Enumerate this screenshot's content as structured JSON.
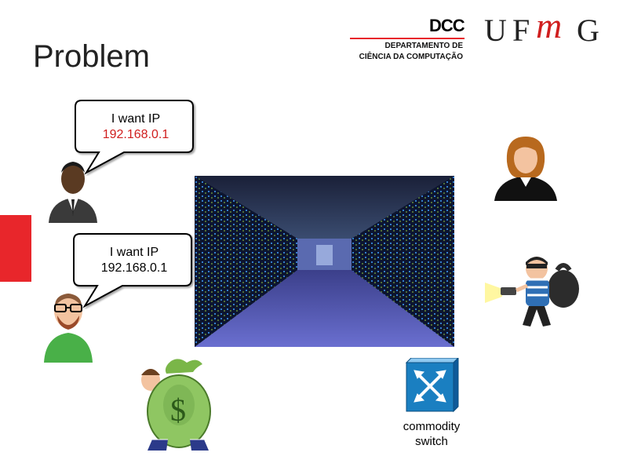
{
  "slide": {
    "title": "Problem"
  },
  "logos": {
    "dcc_mark": "DCC",
    "dcc_line1": "DEPARTAMENTO DE",
    "dcc_line2": "CIÊNCIA DA COMPUTAÇÃO",
    "ufmg": "UFMG"
  },
  "bubbles": [
    {
      "text": "I want IP",
      "ip": "192.168.0.1"
    },
    {
      "text": "I want IP",
      "ip": "192.168.0.1"
    }
  ],
  "switch": {
    "caption_line1": "commodity",
    "caption_line2": "switch"
  },
  "colors": {
    "accent_red": "#e8262b",
    "ip_red": "#d01e1e",
    "switch_blue": "#1a7fc1"
  },
  "icons": [
    "businessman-icon",
    "woman-icon",
    "thief-icon",
    "bearded-man-icon",
    "money-bag-man-icon",
    "switch-icon",
    "datacenter-photo"
  ]
}
